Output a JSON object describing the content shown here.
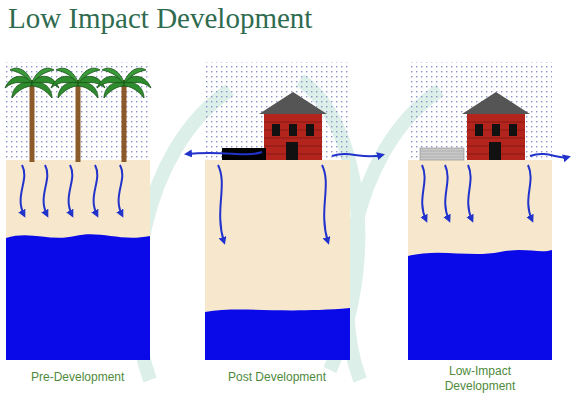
{
  "diagram": {
    "title": "Low Impact Development",
    "labels": [
      "Pre-Development",
      "Post Development",
      "Low-Impact Development"
    ]
  }
}
